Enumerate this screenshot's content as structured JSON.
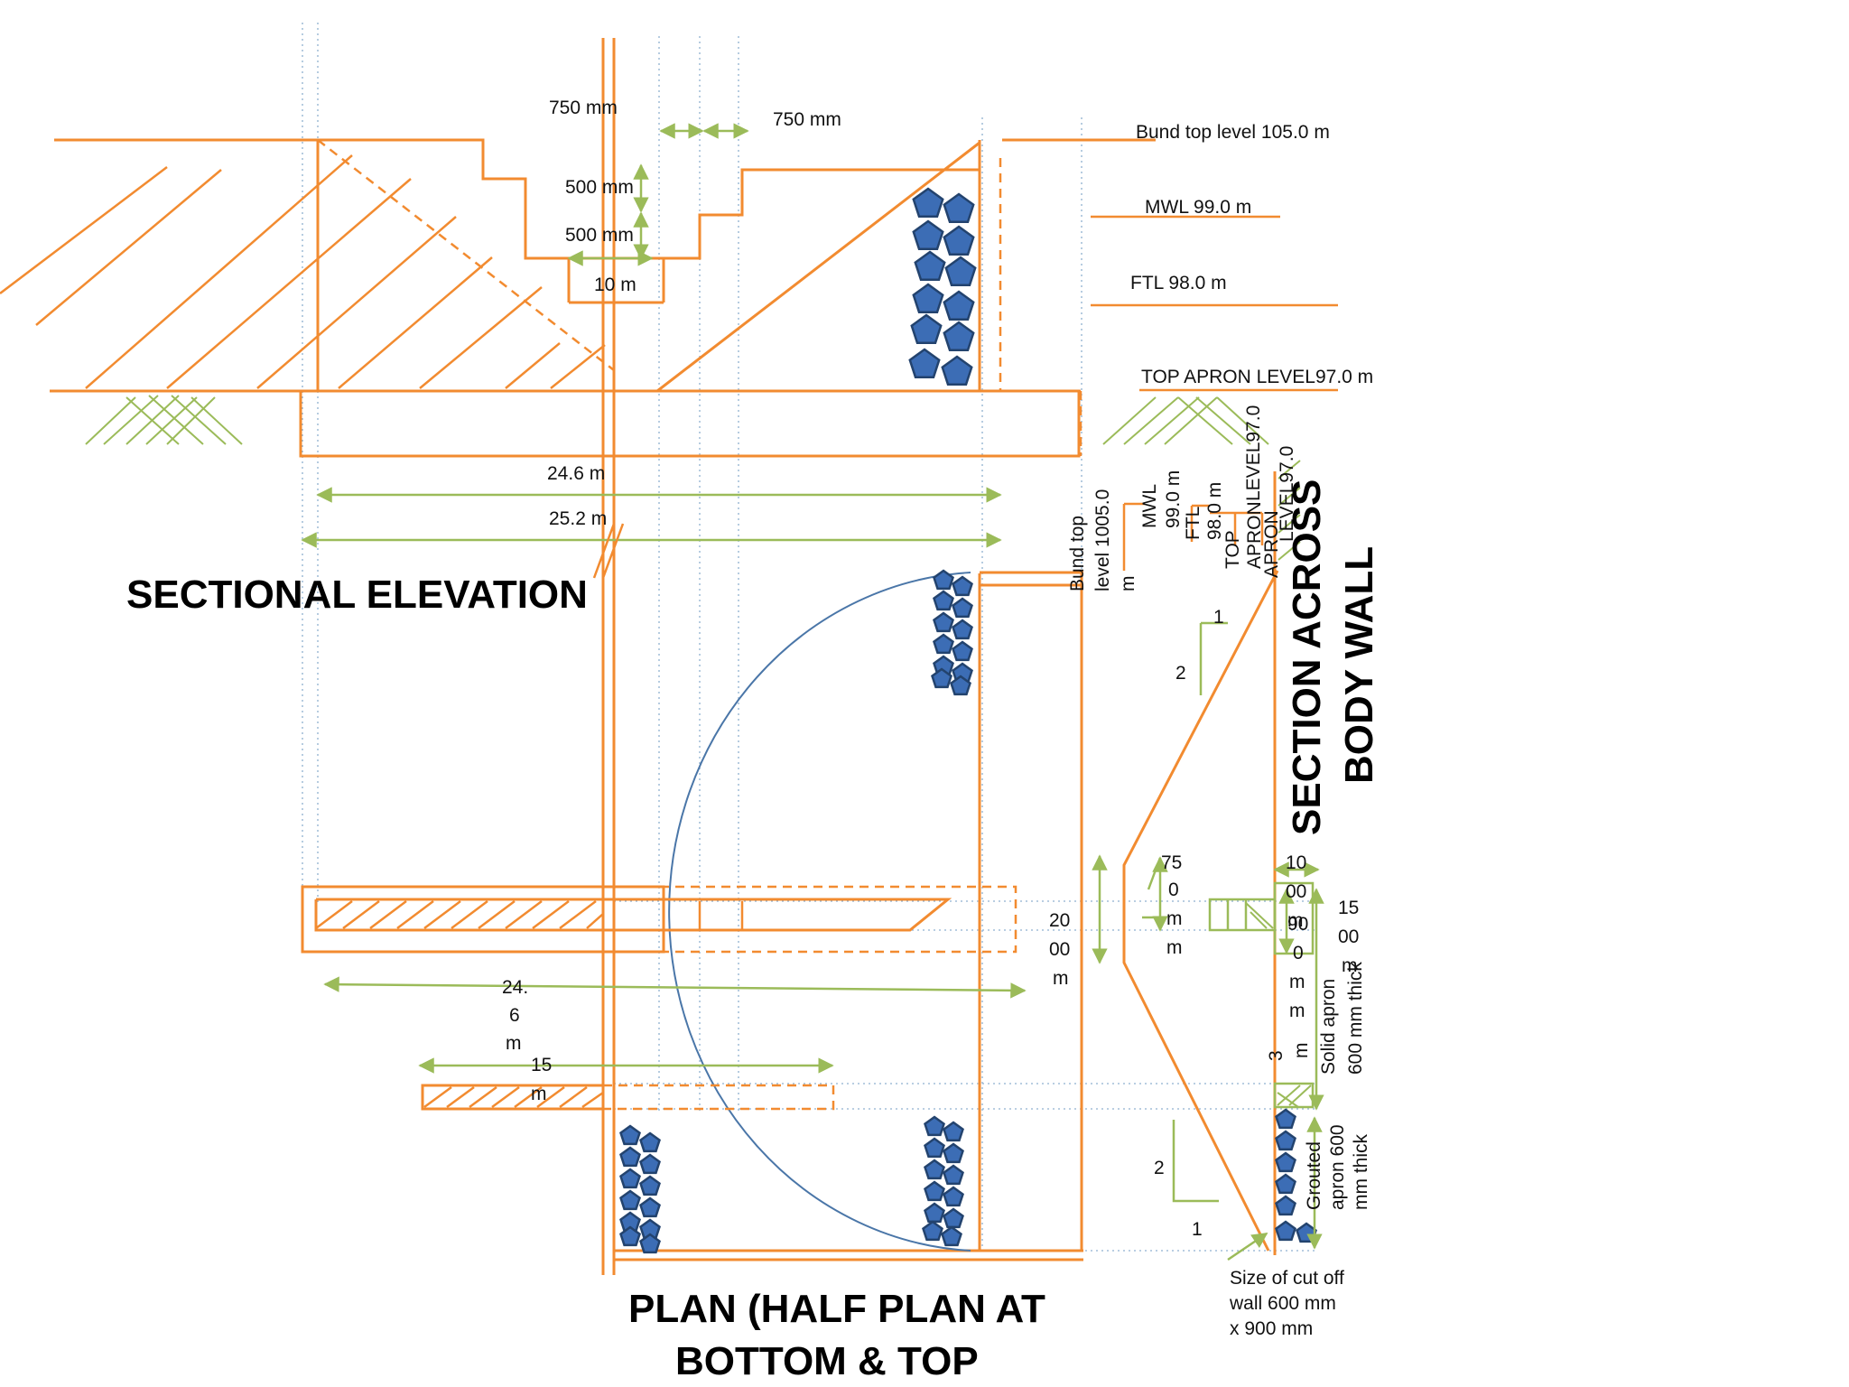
{
  "titles": {
    "sectional_elevation": "SECTIONAL ELEVATION",
    "plan_line1": "PLAN (HALF PLAN AT",
    "plan_line2": "BOTTOM & TOP",
    "section_line1": "SECTION ACROSS",
    "section_line2": "BODY WALL"
  },
  "levels": {
    "bund_top": "Bund top level 105.0 m",
    "mwl": "MWL 99.0 m",
    "ftl": "FTL 98.0 m",
    "top_apron": "TOP APRON LEVEL97.0 m"
  },
  "elevation_dims": {
    "drop_width_left": "750 mm",
    "drop_width_right": "750 mm",
    "step_height_1": "500 mm",
    "step_height_2": "500 mm",
    "crest_length": "10 m",
    "length_1": "24.6 m",
    "length_2": "25.2 m"
  },
  "section_levels": {
    "bund_top_line1": "Bund top",
    "bund_top_line2": "level 1005.0",
    "bund_top_line3": "m",
    "mwl_line1": "MWL",
    "mwl_line2": "99.0 m",
    "ftl_line1": "FTL",
    "ftl_line2": "98.0 m",
    "apron_line1": "TOP",
    "apron_line2": "APRON",
    "apron_line3": "LEVEL97.0",
    "apron_line4": "APRON",
    "apron_line5": "LEVEL97.0"
  },
  "section_dims": {
    "slope_upper_h": "1",
    "slope_upper_v": "2",
    "slope_lower_v": "2",
    "slope_lower_h": "1",
    "width_750": [
      "75",
      "0",
      "m",
      "m"
    ],
    "width_1000": [
      "10",
      "00",
      "m"
    ],
    "width_900": [
      "90",
      "0",
      "m",
      "m"
    ],
    "width_1500": [
      "15",
      "00",
      "m"
    ],
    "height_2000": [
      "20",
      "00",
      "m"
    ],
    "three_m": [
      "3",
      "m"
    ],
    "solid_apron": [
      "Solid apron",
      "600 mm thick"
    ],
    "grouted_apron": [
      "Grouted",
      "apron 600",
      "mm thick"
    ],
    "cutoff": [
      "Size of cut off",
      "wall 600 mm",
      "x 900 mm"
    ]
  },
  "plan_dims": {
    "length_246": [
      "24.",
      "6",
      "m"
    ],
    "length_15": [
      "15",
      "m"
    ]
  },
  "colors": {
    "structure": "#F28B30",
    "dimension": "#9BBB59",
    "gridline": "#8FB0D0",
    "stone": "#3C6DB5",
    "arc": "#4A76A8"
  }
}
